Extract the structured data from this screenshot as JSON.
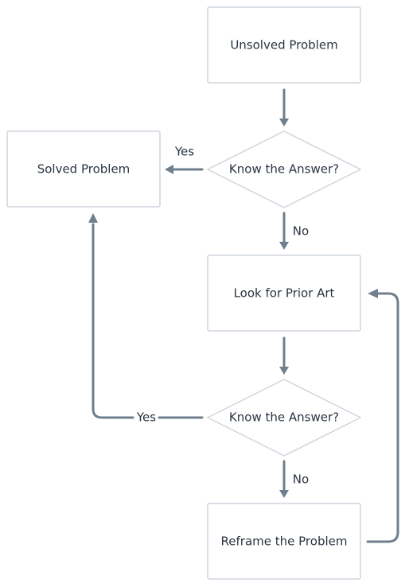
{
  "nodes": {
    "unsolved": "Unsolved Problem",
    "know1": "Know the Answer?",
    "solved": "Solved Problem",
    "prior_art": "Look for Prior Art",
    "know2": "Know the Answer?",
    "reframe": "Reframe the Problem"
  },
  "edges": {
    "know1_yes": "Yes",
    "know1_no": "No",
    "know2_yes": "Yes",
    "know2_no": "No"
  },
  "colors": {
    "node_border": "#cfd6de",
    "edge": "#6f7f8e",
    "text": "#2a3441"
  }
}
